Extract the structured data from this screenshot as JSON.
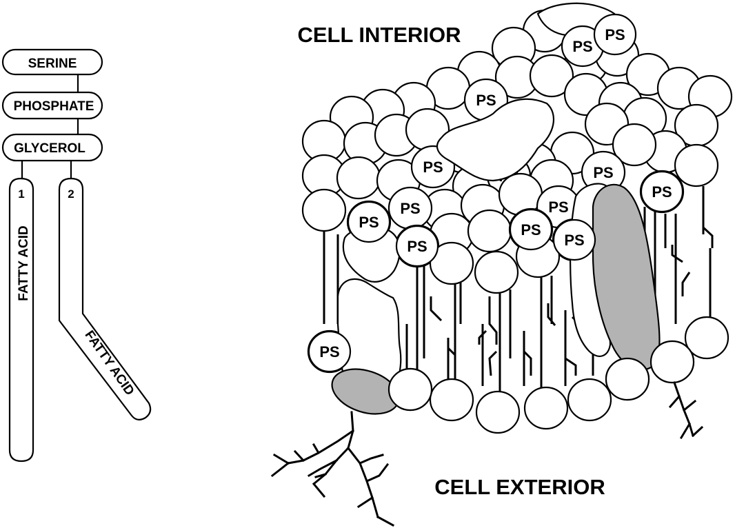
{
  "labels": {
    "cell_interior": "CELL INTERIOR",
    "cell_exterior": "CELL EXTERIOR"
  },
  "phospholipid": {
    "head_group": "SERINE",
    "phosphate": "PHOSPHATE",
    "backbone": "GLYCEROL",
    "chain_1_number": "1",
    "chain_2_number": "2",
    "chain_1_label": "FATTY ACID",
    "chain_2_label": "FATTY ACID"
  },
  "ps_label": "PS",
  "colors": {
    "protein": "#b3b3b3",
    "outline": "#000000",
    "background": "#ffffff"
  }
}
